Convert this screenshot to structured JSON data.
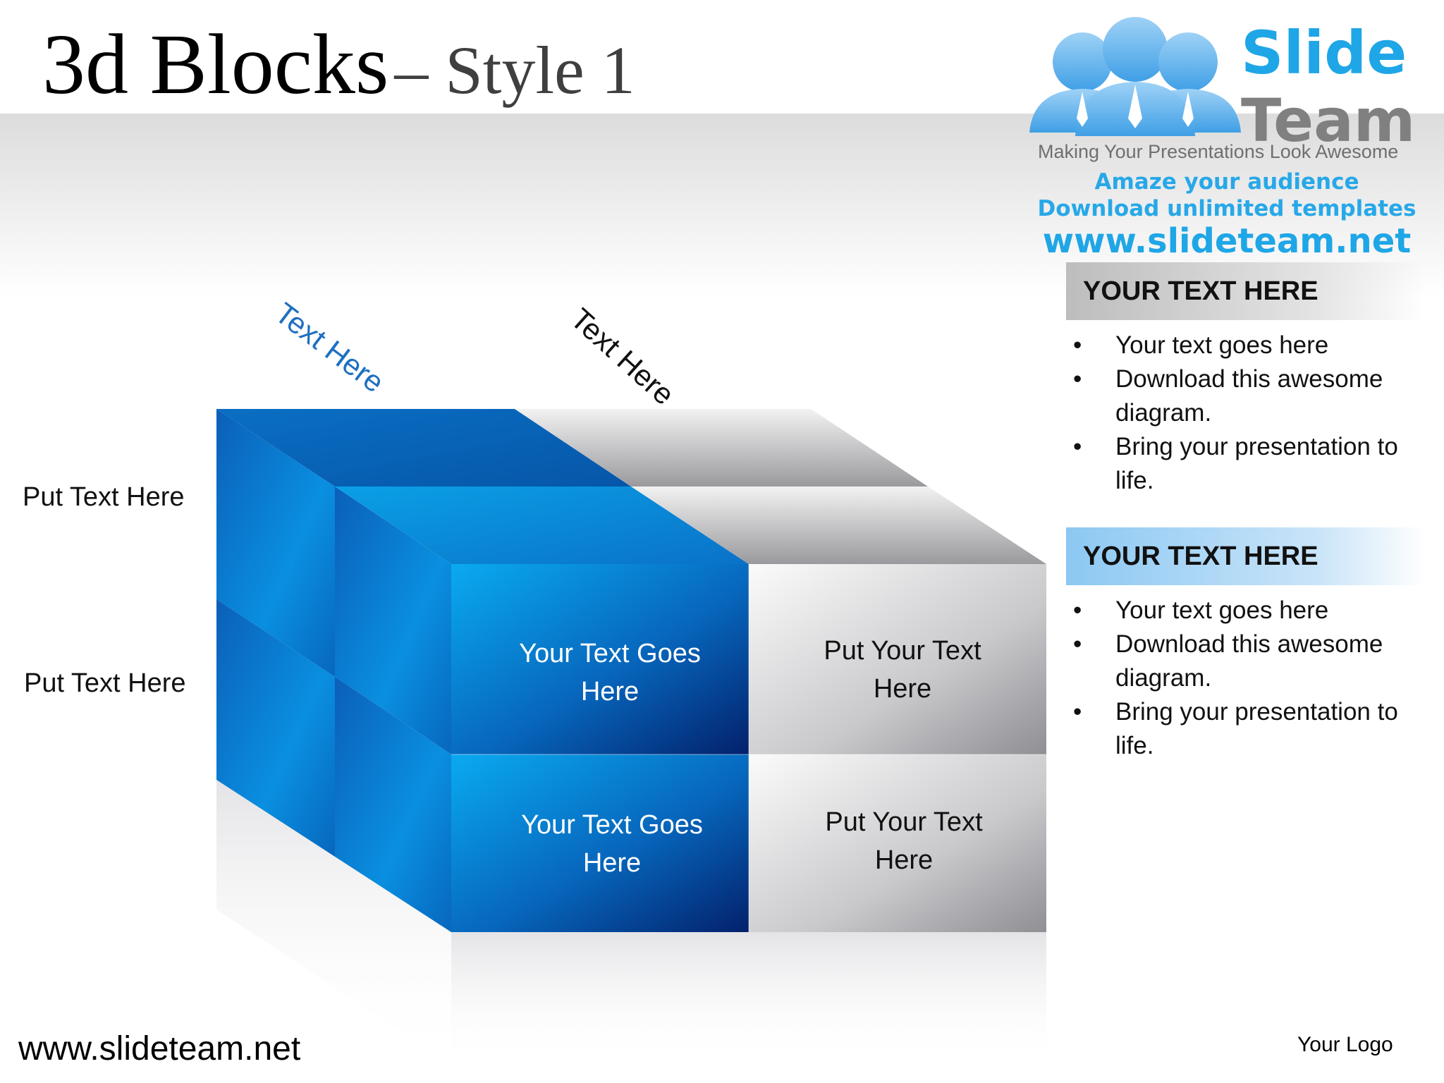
{
  "title": {
    "main": "3d Blocks",
    "sub": "– Style 1"
  },
  "logo": {
    "brand_top": "Slide",
    "brand_bottom": "Team",
    "tagline": "Making Your Presentations Look Awesome",
    "promo_line1": "Amaze your audience",
    "promo_line2": "Download unlimited templates",
    "promo_url": "www.slideteam.net",
    "icon": "people-group-icon",
    "color_blue": "#1fa6e6",
    "color_gray": "#808080"
  },
  "diagram": {
    "column_labels": [
      "Text Here",
      "Text Here"
    ],
    "row_labels": [
      "Put Text Here",
      "Put Text Here"
    ],
    "blocks": [
      {
        "line1": "Your Text Goes",
        "line2": "Here"
      },
      {
        "line1": "Put Your Text",
        "line2": "Here"
      },
      {
        "line1": "Your Text Goes",
        "line2": "Here"
      },
      {
        "line1": "Put Your Text",
        "line2": "Here"
      }
    ],
    "colors": {
      "blue": "#0a6fc4",
      "blue_light": "#0aa0e6",
      "gray": "#a9a9ad",
      "gray_light": "#f0f0f0",
      "column_label_blue": "#1e6fc0"
    }
  },
  "panels": [
    {
      "heading": "YOUR TEXT HERE",
      "bullets": [
        "Your text goes here",
        "Download this awesome diagram.",
        "Bring your presentation to life."
      ]
    },
    {
      "heading": "YOUR TEXT HERE",
      "bullets": [
        "Your text goes here",
        "Download this awesome diagram.",
        "Bring your presentation to life."
      ]
    }
  ],
  "footer": {
    "url": "www.slideteam.net",
    "logo": "Your Logo"
  }
}
